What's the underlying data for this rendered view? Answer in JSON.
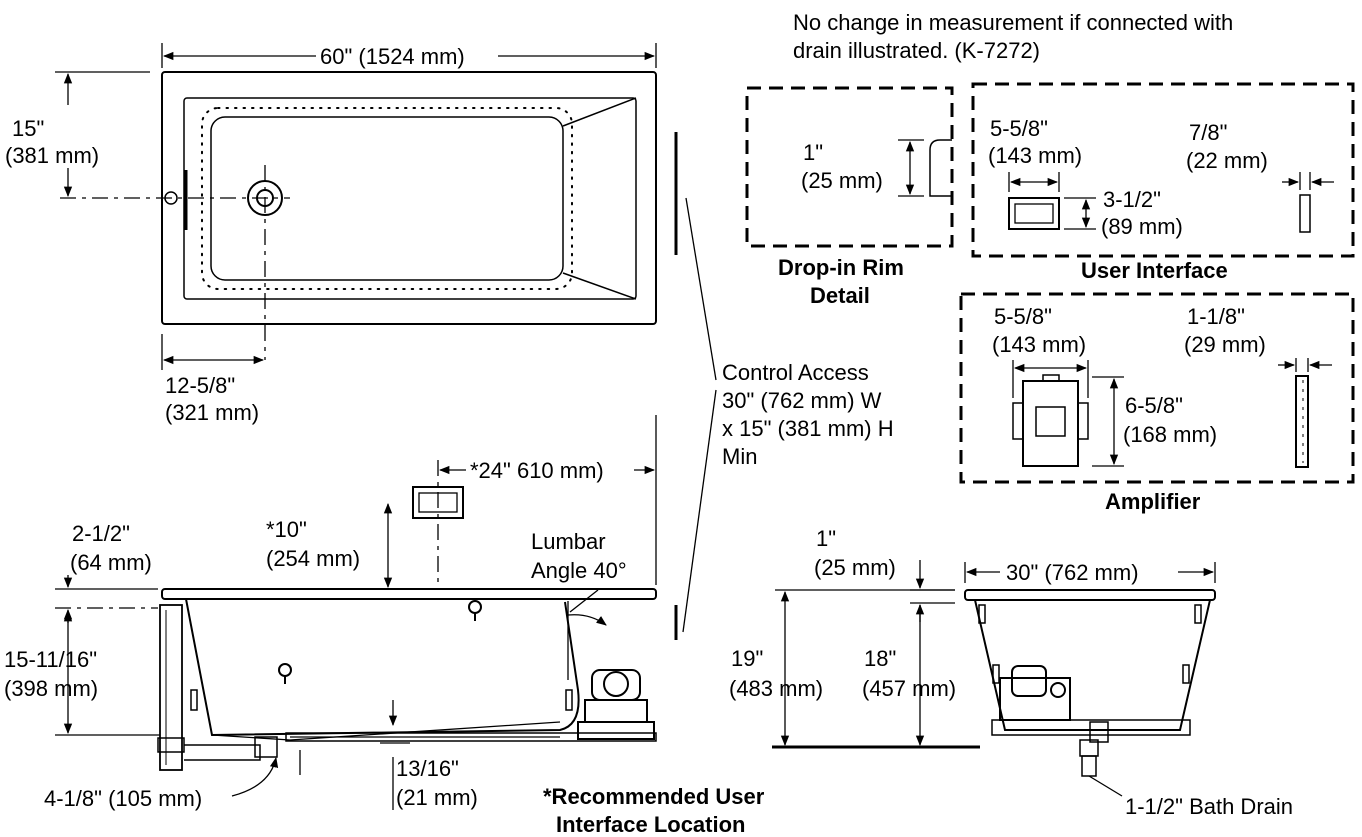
{
  "note": {
    "line1": "No change in measurement if connected with",
    "line2": "drain illustrated. (K-7272)"
  },
  "top_view": {
    "length": "60\" (1524 mm)",
    "drain_offset_in": "15\"",
    "drain_offset_mm": "(381 mm)",
    "drain_center_in": "12-5/8\"",
    "drain_center_mm": "(321 mm)"
  },
  "rim_detail": {
    "dim_in": "1\"",
    "dim_mm": "(25 mm)",
    "label1": "Drop-in Rim",
    "label2": "Detail"
  },
  "user_interface": {
    "width_in": "5-5/8\"",
    "width_mm": "(143 mm)",
    "height_in": "3-1/2\"",
    "height_mm": "(89 mm)",
    "depth_in": "7/8\"",
    "depth_mm": "(22 mm)",
    "label": "User Interface"
  },
  "amplifier": {
    "width_in": "5-5/8\"",
    "width_mm": "(143 mm)",
    "height_in": "6-5/8\"",
    "height_mm": "(168 mm)",
    "depth_in": "1-1/8\"",
    "depth_mm": "(29 mm)",
    "label": "Amplifier"
  },
  "control_access": {
    "line1": "Control Access",
    "line2": "30\" (762 mm) W",
    "line3": "x 15\" (381 mm) H",
    "line4": "Min"
  },
  "side_view": {
    "ui_offset": "*24\" 610 mm)",
    "ui_height_in": "*10\"",
    "ui_height_mm": "(254 mm)",
    "rim_in": "2-1/2\"",
    "rim_mm": "(64 mm)",
    "lumbar1": "Lumbar",
    "lumbar2": "Angle 40°",
    "depth_in": "15-11/16\"",
    "depth_mm": "(398 mm)",
    "drain_height": "4-1/8\" (105 mm)",
    "floor_in": "13/16\"",
    "floor_mm": "(21 mm)",
    "rec1": "*Recommended User",
    "rec2": "Interface Location"
  },
  "end_view": {
    "rim_in": "1\"",
    "rim_mm": "(25 mm)",
    "width": "30\" (762 mm)",
    "total_in": "19\"",
    "total_mm": "(483 mm)",
    "inner_in": "18\"",
    "inner_mm": "(457 mm)",
    "drain": "1-1/2\" Bath Drain"
  }
}
